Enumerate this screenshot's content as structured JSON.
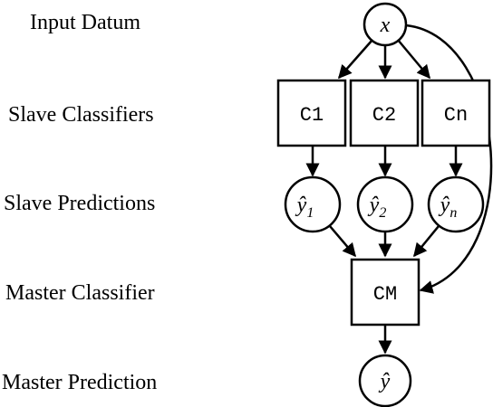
{
  "labels": {
    "input": "Input Datum",
    "slave_classifiers": "Slave Classifiers",
    "slave_predictions": "Slave Predictions",
    "master_classifier": "Master Classifier",
    "master_prediction": "Master Prediction"
  },
  "nodes": {
    "input": {
      "symbol": "x"
    },
    "classifiers": [
      {
        "label": "C1"
      },
      {
        "label": "C2"
      },
      {
        "label": "Cn"
      }
    ],
    "predictions": [
      {
        "base": "ŷ",
        "sub": "1"
      },
      {
        "base": "ŷ",
        "sub": "2"
      },
      {
        "base": "ŷ",
        "sub": "n"
      }
    ],
    "master": {
      "label": "CM"
    },
    "output": {
      "symbol": "ŷ"
    }
  }
}
